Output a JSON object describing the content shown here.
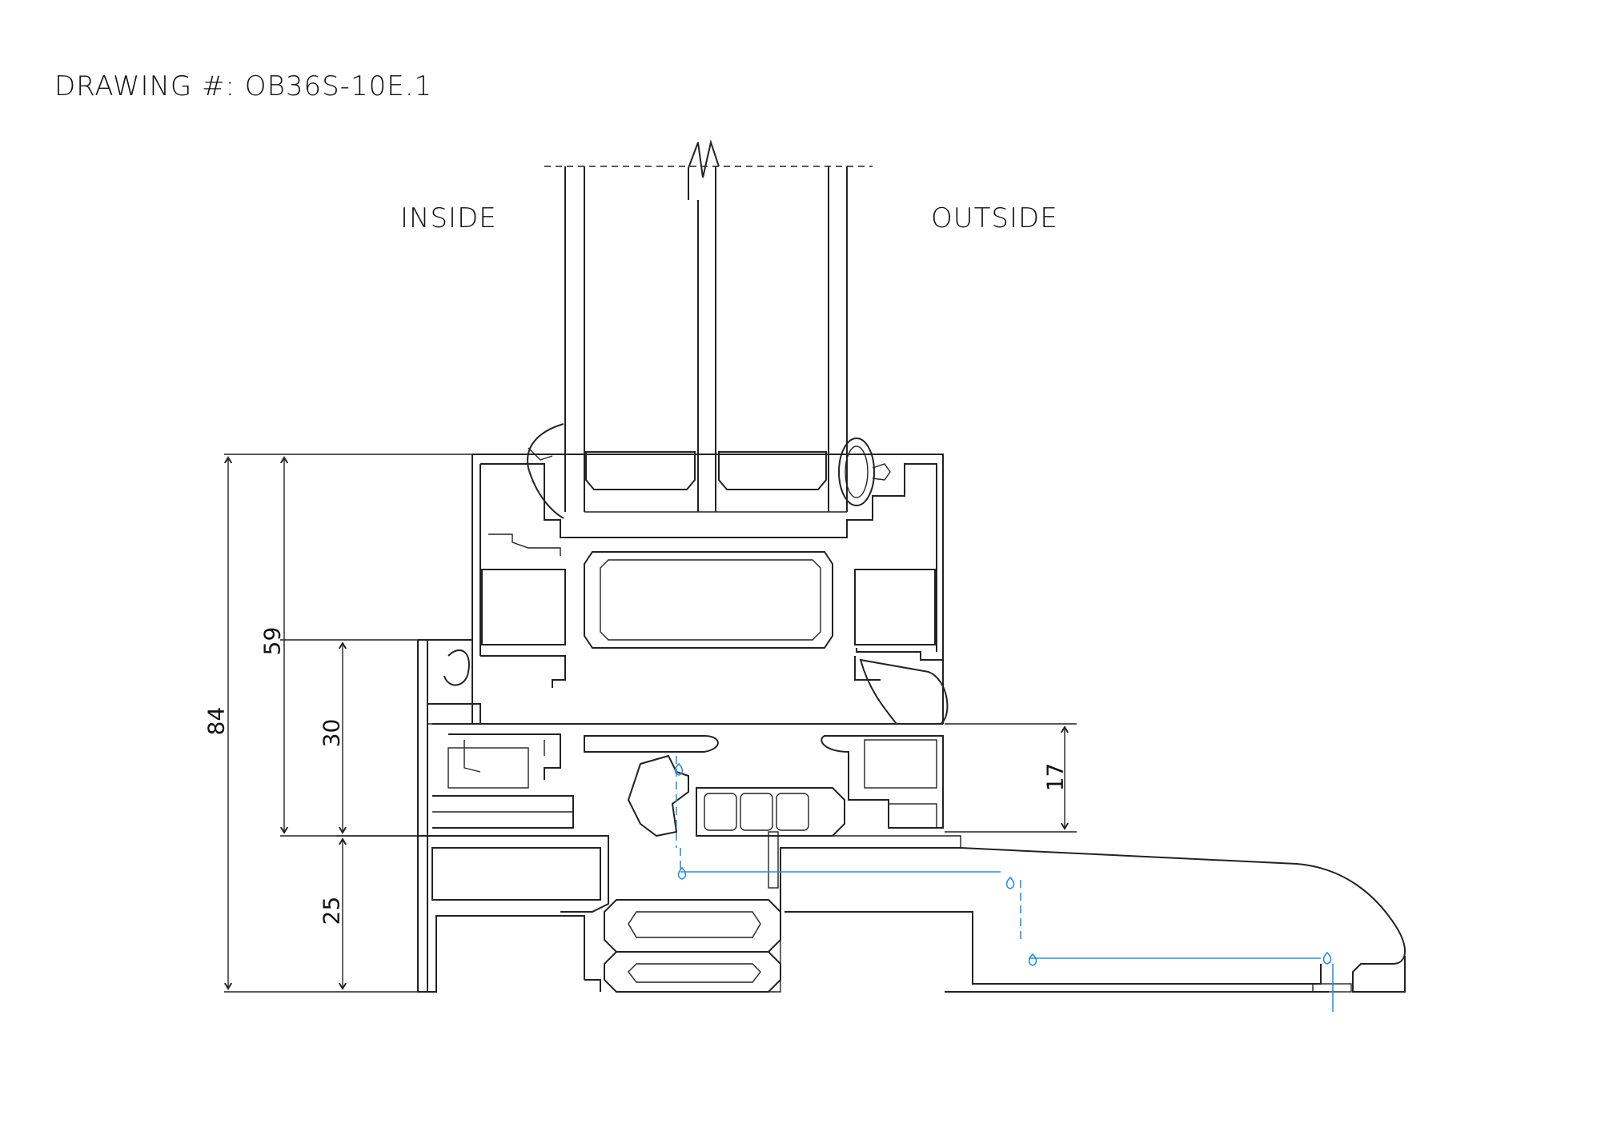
{
  "drawing": {
    "title": "DRAWING #: OB36S-10E.1",
    "labels": {
      "inside": "INSIDE",
      "outside": "OUTSIDE"
    },
    "dimensions": {
      "overall": "84",
      "sash": "59",
      "frame_upper": "30",
      "frame_lower": "25",
      "outside_rise": "17"
    }
  },
  "colors": {
    "line": "#222222",
    "water_path": "#2e8fd8",
    "background": "#ffffff"
  },
  "icons": [
    "water-drop-icon",
    "break-line-icon",
    "hatch-gasket-icon"
  ]
}
